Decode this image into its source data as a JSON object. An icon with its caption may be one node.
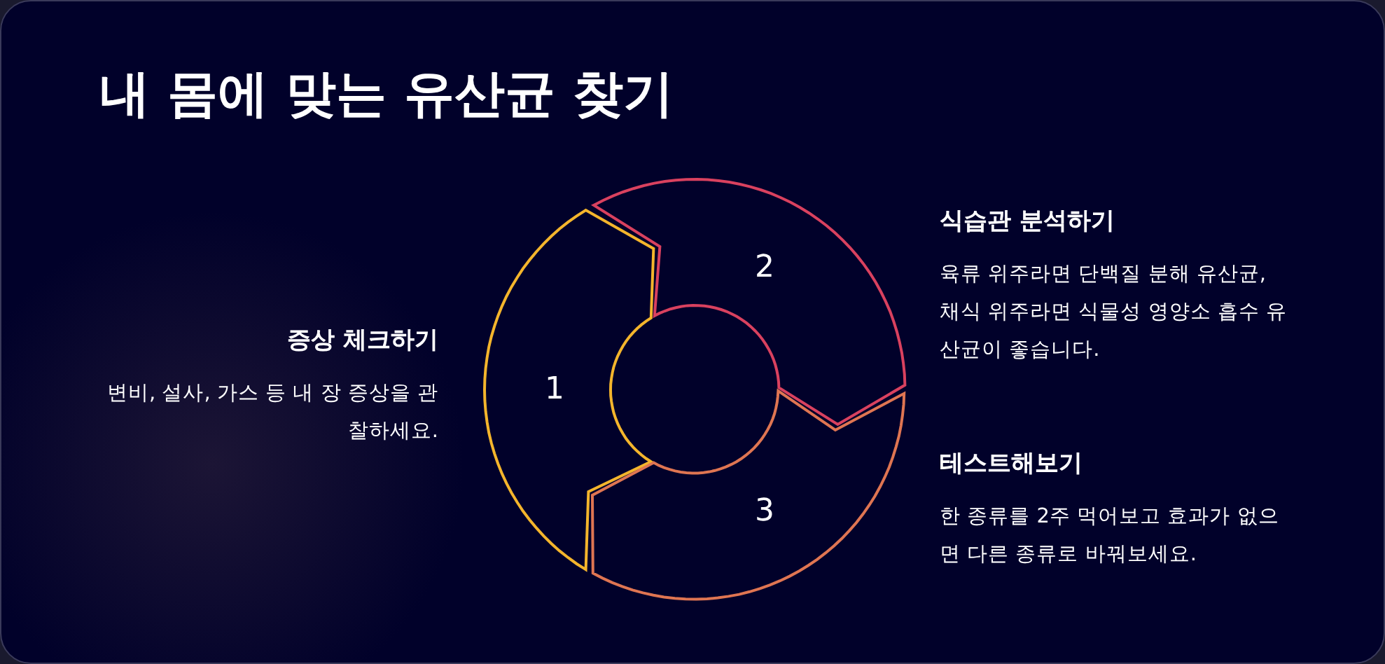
{
  "diagram": {
    "title": "내 몸에 맞는 유산균 찾기",
    "nodes": [
      {
        "text": [
          "1"
        ],
        "beside": [
          "증상 체크하기",
          "변비, 설사, 가스 등 내 장 증상을 관찰하세요."
        ]
      },
      {
        "text": [
          "2"
        ],
        "beside": [
          "식습관 분석하기",
          "육류 위주라면 단백질 분해 유산균, 채식 위주라면 식물성 영양소 흡수 유산균이 좋습니다."
        ]
      },
      {
        "text": [
          "3"
        ],
        "beside": [
          "테스트해보기",
          "한 종류를 2주 먹어보고 효과가 없으면 다른 종류로 바꿔보세요."
        ]
      }
    ]
  }
}
